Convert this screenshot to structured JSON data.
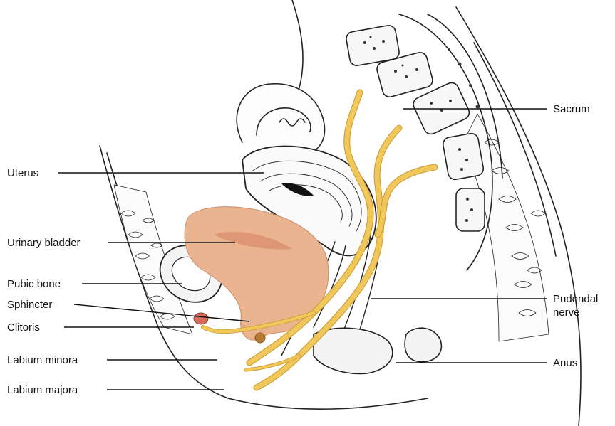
{
  "labels": {
    "uterus": "Uterus",
    "urinary_bladder": "Urinary bladder",
    "pubic_bone": "Pubic bone",
    "sphincter": "Sphincter",
    "clitoris": "Clitoris",
    "labium_minora": "Labium minora",
    "labium_majora": "Labium majora",
    "sacrum": "Sacrum",
    "pudendal_nerve_line1": "Pudendal",
    "pudendal_nerve_line2": "nerve",
    "anus": "Anus"
  },
  "colors": {
    "bladder": "#eab491",
    "bladder_dark": "#d99070",
    "nerve": "#f0c75a",
    "nerve_edge": "#c9982d",
    "bone": "#f7f7f7",
    "clitoris": "#d66b5c",
    "line": "#111111"
  }
}
